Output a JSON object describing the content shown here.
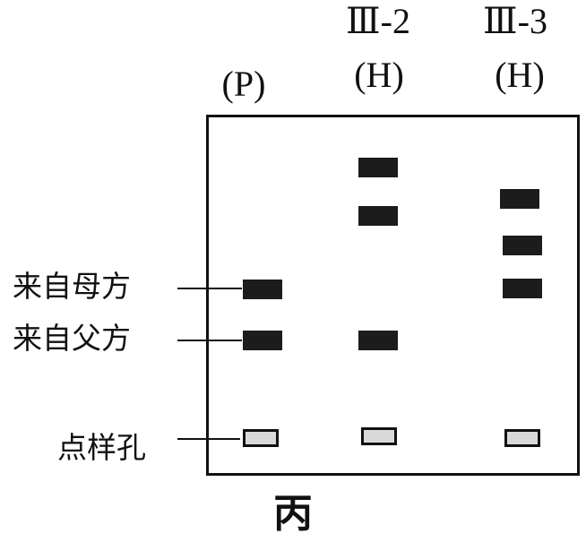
{
  "columns": [
    {
      "id": "P",
      "title": "",
      "subtitle": "(P)"
    },
    {
      "id": "III-2",
      "title": "Ⅲ-2",
      "subtitle": "(H)"
    },
    {
      "id": "III-3",
      "title": "Ⅲ-3",
      "subtitle": "(H)"
    }
  ],
  "labels": {
    "maternal": "来自母方",
    "paternal": "来自父方",
    "well": "点样孔"
  },
  "caption": "丙",
  "colors": {
    "band": "#1c1c1c",
    "well_fill": "#d9d9d9",
    "border": "#111111"
  },
  "lanes": {
    "P": {
      "bands": 2,
      "wells": 1
    },
    "III-2": {
      "bands": 3,
      "wells": 1
    },
    "III-3": {
      "bands": 3,
      "wells": 1
    }
  }
}
